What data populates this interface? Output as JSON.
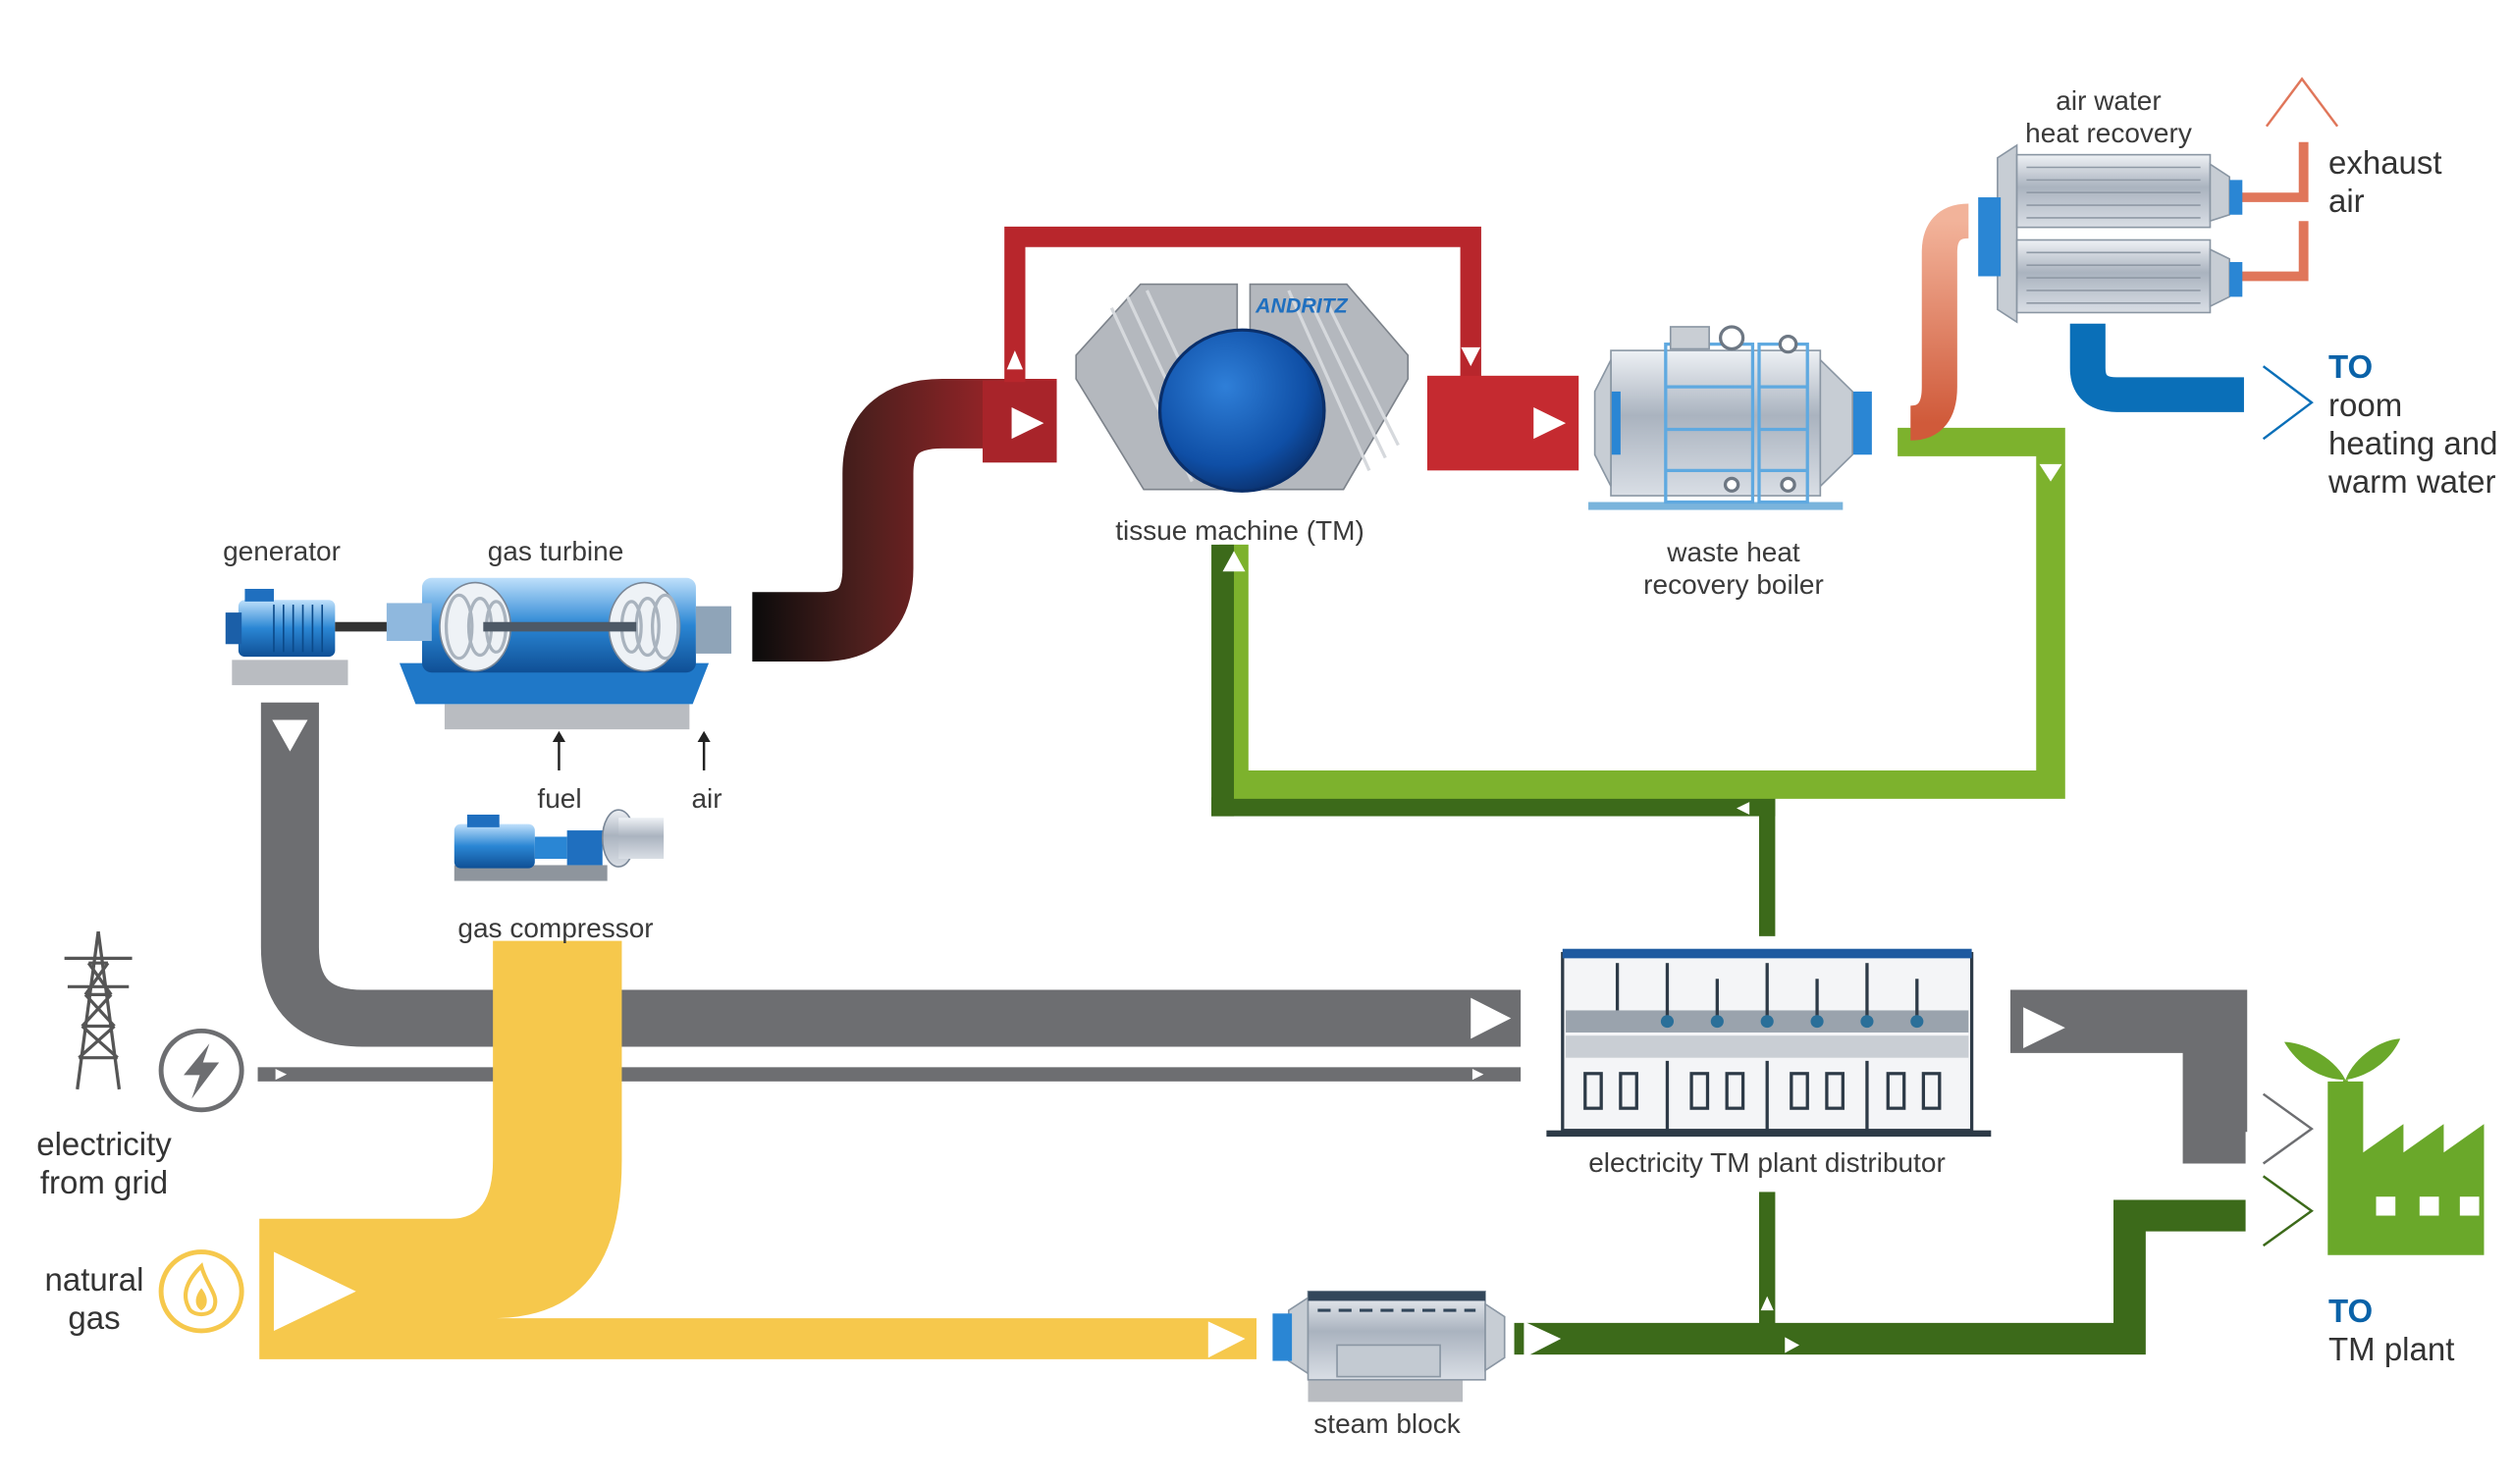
{
  "labels": {
    "generator": "generator",
    "gas_turbine": "gas turbine",
    "fuel": "fuel",
    "air": "air",
    "gas_compressor": "gas compressor",
    "tissue_machine": "tissue machine (TM)",
    "waste_heat_line1": "waste heat",
    "waste_heat_line2": "recovery boiler",
    "air_water_line1": "air water",
    "air_water_line2": "heat recovery",
    "exhaust_line1": "exhaust",
    "exhaust_line2": "air",
    "to_heating_prefix": "TO",
    "to_heating_line1": "room",
    "to_heating_line2": "heating and",
    "to_heating_line3": "warm water",
    "electricity_grid_line1": "electricity",
    "electricity_grid_line2": "from grid",
    "natural_gas_line1": "natural",
    "natural_gas_line2": "gas",
    "distributor": "electricity TM plant distributor",
    "steam_block": "steam block",
    "to_plant_prefix": "TO",
    "to_plant_line1": "TM plant",
    "andritz_logo": "ANDRITZ"
  },
  "colors": {
    "electricity_flow": "#6d6e71",
    "gas_flow": "#f6c84c",
    "steam_flow": "#3c6a1a",
    "water_return_flow": "#7db22d",
    "hot_exhaust_flow": "#b8262c",
    "heating_water_flow": "#0a6fb8",
    "exhaust_air_flow": "#e0765a",
    "machine_blue": "#1f6fbf",
    "plant_green": "#6aa82a"
  },
  "icons": [
    "lightning-icon",
    "flame-icon",
    "power-tower-icon",
    "factory-icon",
    "leaf-icon",
    "flow-arrow-icon"
  ]
}
